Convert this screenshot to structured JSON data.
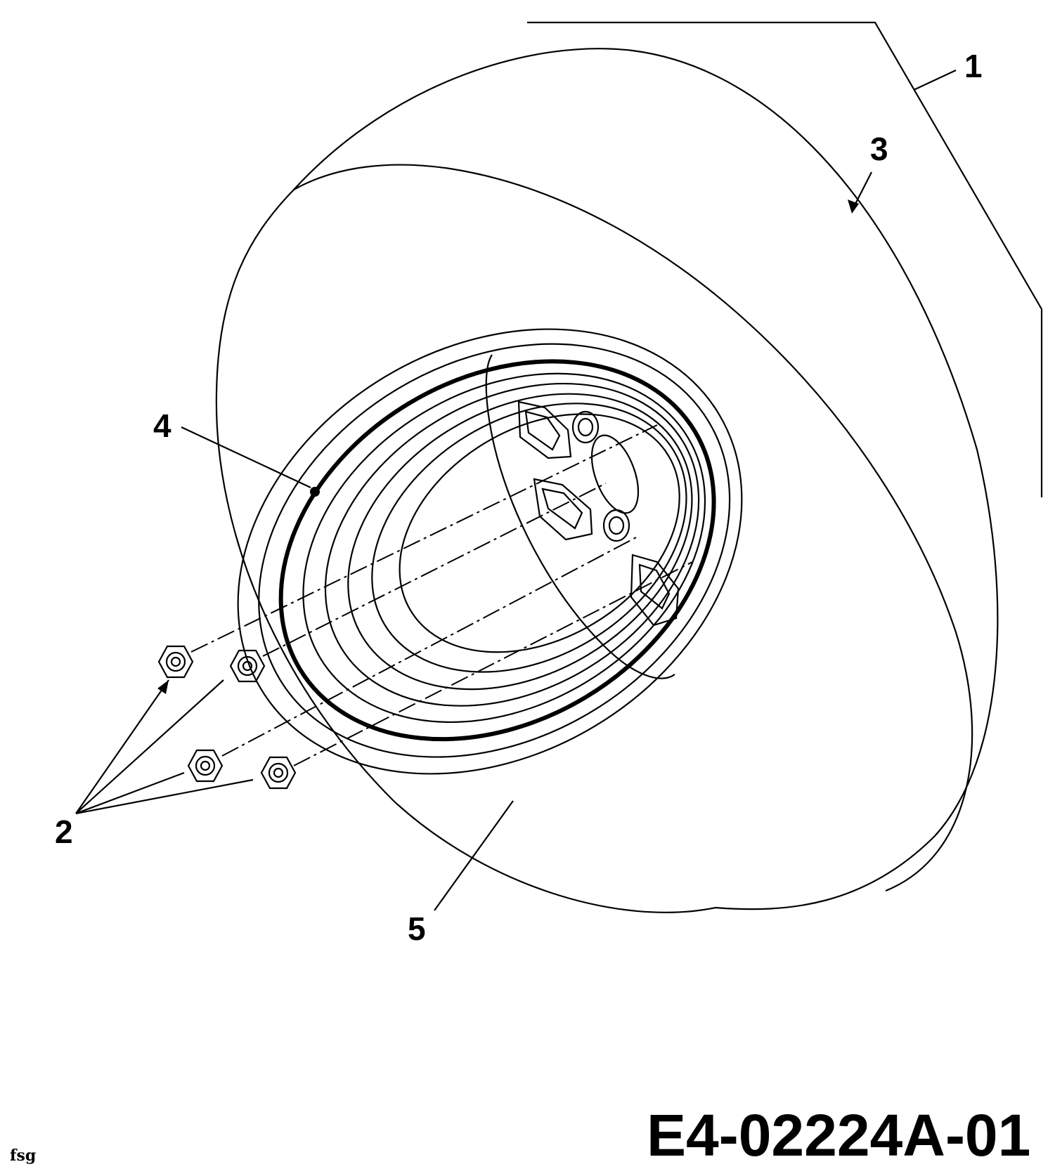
{
  "diagram": {
    "callouts": {
      "c1": "1",
      "c2": "2",
      "c3": "3",
      "c4": "4",
      "c5": "5"
    },
    "drawing_code": "E4-02224A-01",
    "corner_note": "fsg"
  }
}
